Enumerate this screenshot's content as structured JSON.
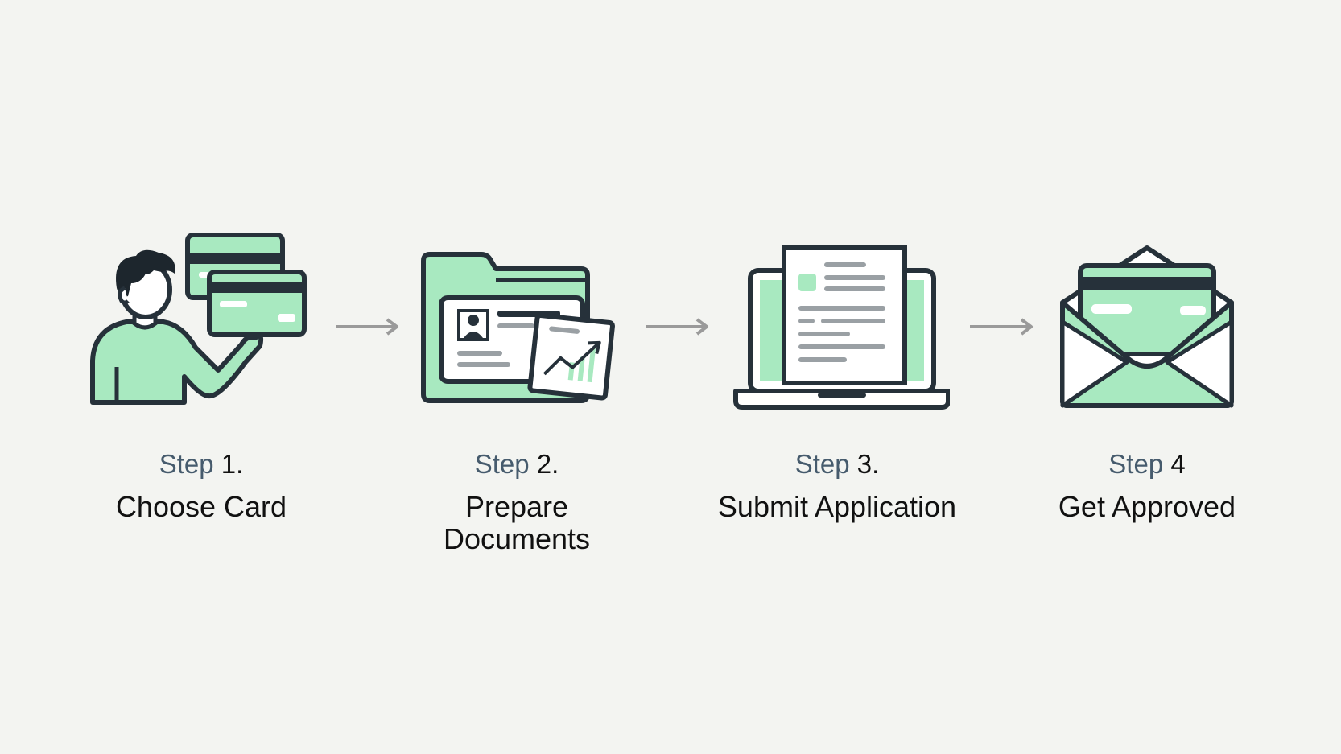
{
  "colors": {
    "background": "#f3f4f1",
    "accent_green": "#a8e9c0",
    "stroke": "#26313a",
    "arrow": "#9a9a9a",
    "step_prefix": "#465b6d"
  },
  "steps": [
    {
      "prefix": "Step",
      "number": "1.",
      "title": "Choose Card",
      "icon": "person-with-cards-icon"
    },
    {
      "prefix": "Step",
      "number": "2.",
      "title": "Prepare\nDocuments",
      "icon": "folder-documents-icon"
    },
    {
      "prefix": "Step",
      "number": "3.",
      "title": "Submit Application",
      "icon": "laptop-application-icon"
    },
    {
      "prefix": "Step",
      "number": "4",
      "title": "Get Approved",
      "icon": "envelope-card-icon"
    }
  ]
}
